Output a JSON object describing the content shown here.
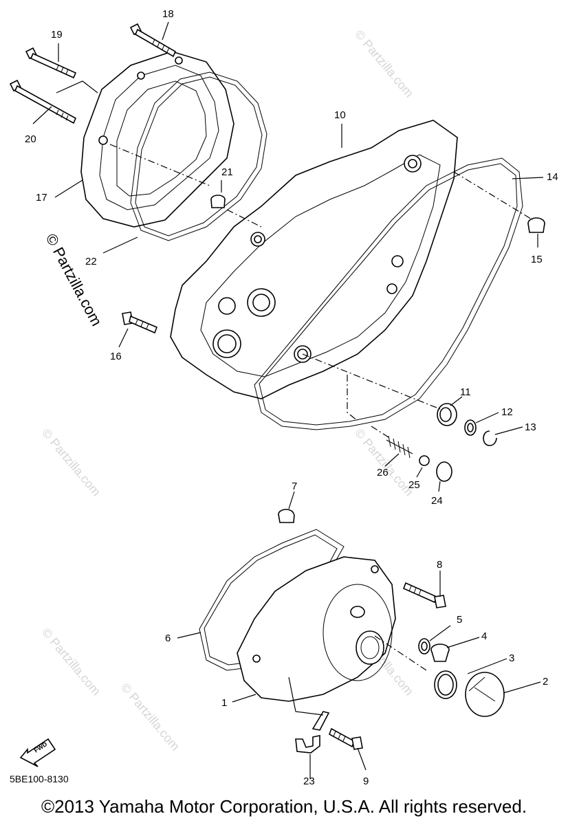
{
  "labels": {
    "l1": "1",
    "l2": "2",
    "l3": "3",
    "l4": "4",
    "l5": "5",
    "l6": "6",
    "l7": "7",
    "l8": "8",
    "l9": "9",
    "l10": "10",
    "l11": "11",
    "l12": "12",
    "l13": "13",
    "l14": "14",
    "l15": "15",
    "l16": "16",
    "l17": "17",
    "l18": "18",
    "l19": "19",
    "l20": "20",
    "l21": "21",
    "l22": "22",
    "l23": "23",
    "l24": "24",
    "l25": "25",
    "l26": "26"
  },
  "fwd_label": "FWD",
  "watermark": "© Partzilla.com",
  "diagram_code": "5BE100-8130",
  "copyright": "©2013 Yamaha Motor Corporation, U.S.A. All rights reserved."
}
